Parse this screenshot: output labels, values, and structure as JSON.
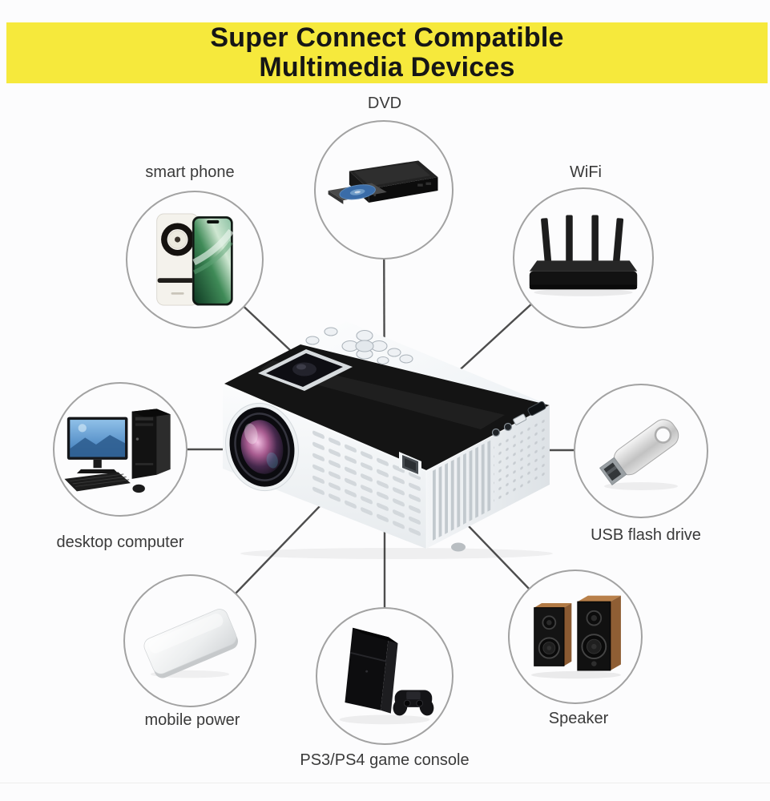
{
  "banner": {
    "line1": "Super Connect Compatible",
    "line2": "Multimedia Devices",
    "bg_color": "#F6E93C",
    "text_color": "#161616"
  },
  "diagram": {
    "center_icon": "projector-icon",
    "connector_color": "#4d4d4d",
    "circle_border_color": "#a2a2a2",
    "devices": [
      {
        "id": "dvd",
        "icon": "dvd-player-icon",
        "label": "DVD"
      },
      {
        "id": "smart-phone",
        "icon": "smartphone-icon",
        "label": "smart phone"
      },
      {
        "id": "wifi",
        "icon": "wifi-router-icon",
        "label": "WiFi"
      },
      {
        "id": "desktop-computer",
        "icon": "desktop-computer-icon",
        "label": "desktop computer"
      },
      {
        "id": "usb-flash-drive",
        "icon": "usb-flash-drive-icon",
        "label": "USB flash drive"
      },
      {
        "id": "mobile-power",
        "icon": "power-bank-icon",
        "label": "mobile power"
      },
      {
        "id": "ps-game-console",
        "icon": "game-console-icon",
        "label": "PS3/PS4 game console"
      },
      {
        "id": "speaker",
        "icon": "speaker-icon",
        "label": "Speaker"
      }
    ]
  }
}
